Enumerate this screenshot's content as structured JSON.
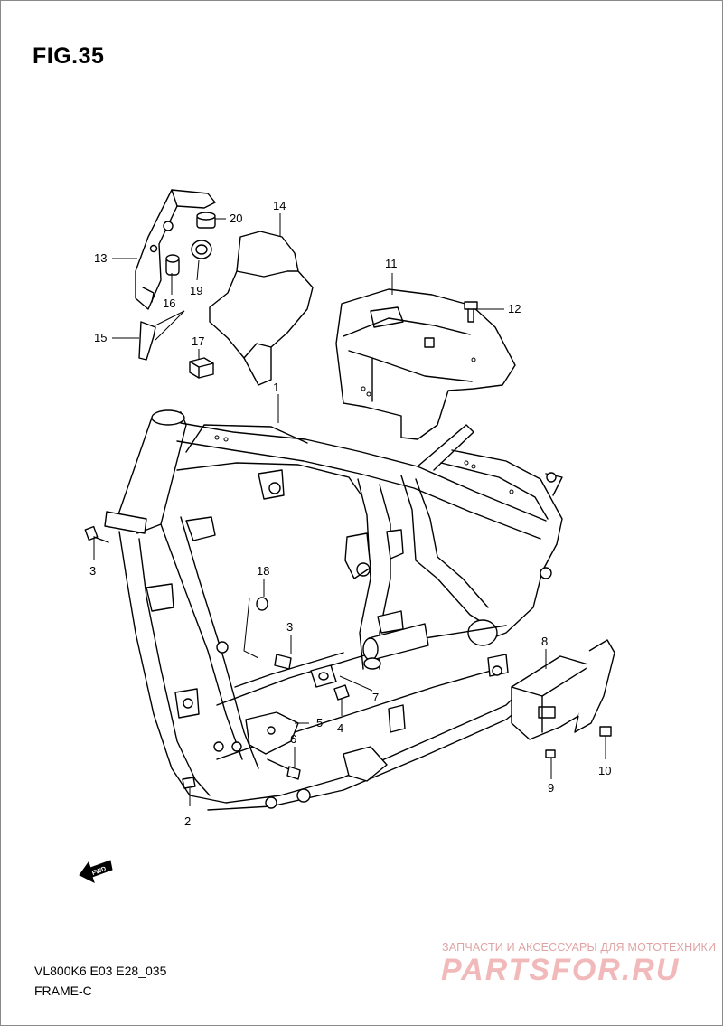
{
  "figure": {
    "title": "FIG.35"
  },
  "callouts": [
    "1",
    "2",
    "3",
    "3",
    "4",
    "5",
    "6",
    "7",
    "8",
    "9",
    "10",
    "11",
    "12",
    "13",
    "14",
    "15",
    "16",
    "17",
    "18",
    "19",
    "20"
  ],
  "fwd_label": "FWD",
  "footer": {
    "code": "VL800K6 E03 E28_035",
    "name": "FRAME-C"
  },
  "watermark": {
    "tagline": "ЗАПЧАСТИ И АКСЕССУАРЫ ДЛЯ МОТОТЕХНИКИ",
    "logo": "PARTSFOR.RU"
  }
}
